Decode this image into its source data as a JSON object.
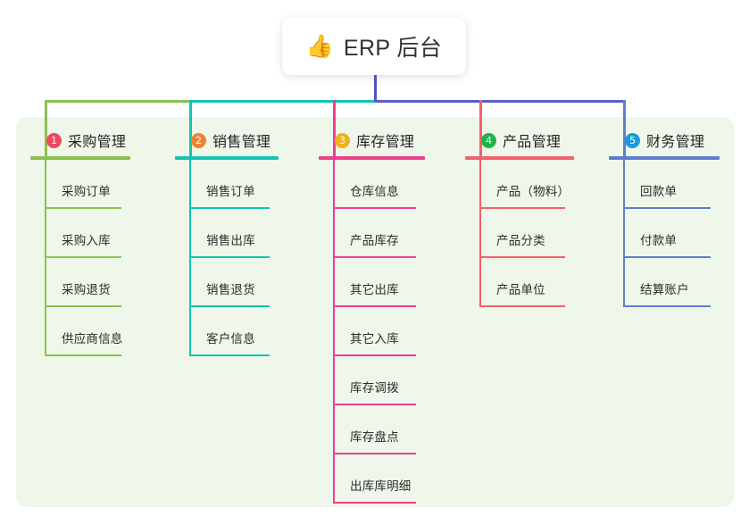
{
  "root": {
    "icon": "thumbs-up-icon",
    "emoji": "👍",
    "title": "ERP 后台"
  },
  "palette": {
    "panel_background": "#eef7e9",
    "page_background": "#ffffff",
    "root_stem": "#4a55c4",
    "bar_left": "#8cc152",
    "bar_mid_left": "#12c4b0",
    "bar_right": "#5a5fc7",
    "text": "#2b2d2f"
  },
  "columns": [
    {
      "index": "1",
      "badge_color": "#ec4b5e",
      "line_color": "#8cc152",
      "title": "采购管理",
      "items": [
        "采购订单",
        "采购入库",
        "采购退货",
        "供应商信息"
      ]
    },
    {
      "index": "2",
      "badge_color": "#f08333",
      "line_color": "#12c4b0",
      "title": "销售管理",
      "items": [
        "销售订单",
        "销售出库",
        "销售退货",
        "客户信息"
      ]
    },
    {
      "index": "3",
      "badge_color": "#f2b01e",
      "line_color": "#ef3f8f",
      "title": "库存管理",
      "items": [
        "仓库信息",
        "产品库存",
        "其它出库",
        "其它入库",
        "库存调拨",
        "库存盘点",
        "出库库明细"
      ]
    },
    {
      "index": "4",
      "badge_color": "#21b24b",
      "line_color": "#f4606c",
      "title": "产品管理",
      "items": [
        "产品（物料）",
        "产品分类",
        "产品单位"
      ]
    },
    {
      "index": "5",
      "badge_color": "#1d9bd8",
      "line_color": "#5b7ecd",
      "title": "财务管理",
      "items": [
        "回款单",
        "付款单",
        "结算账户"
      ]
    }
  ]
}
